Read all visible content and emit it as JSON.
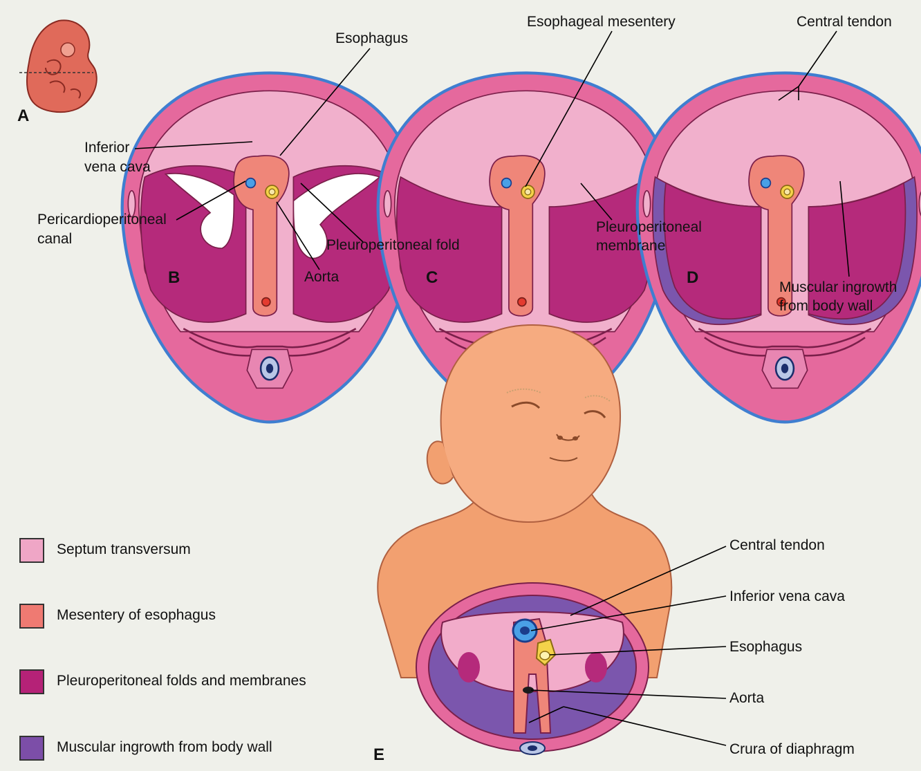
{
  "panels": {
    "a": "A",
    "b": "B",
    "c": "C",
    "d": "D",
    "e": "E"
  },
  "labels": {
    "b_esophagus": "Esophagus",
    "b_ivc_1": "Inferior",
    "b_ivc_2": "vena cava",
    "b_canal_1": "Pericardioperitoneal",
    "b_canal_2": "canal",
    "b_fold": "Pleuroperitoneal fold",
    "b_aorta": "Aorta",
    "c_mesentery": "Esophageal mesentery",
    "c_membrane_1": "Pleuroperitoneal",
    "c_membrane_2": "membrane",
    "d_tendon": "Central tendon",
    "d_ingrowth_1": "Muscular ingrowth",
    "d_ingrowth_2": "from body wall",
    "e_tendon": "Central tendon",
    "e_ivc": "Inferior vena cava",
    "e_esophagus": "Esophagus",
    "e_aorta": "Aorta",
    "e_crura": "Crura of diaphragm"
  },
  "legend": [
    {
      "label": "Septum transversum",
      "color": "#efa6c6"
    },
    {
      "label": "Mesentery of esophagus",
      "color": "#ef7a72"
    },
    {
      "label": "Pleuroperitoneal folds and membranes",
      "color": "#b52277"
    },
    {
      "label": "Muscular ingrowth from body wall",
      "color": "#7c4ea8"
    }
  ],
  "colors": {
    "body_wall": "#e5699d",
    "outline_blue": "#3f7ed0",
    "septum": "#f2acca",
    "mesentery": "#ef8679",
    "fold": "#b52a7b",
    "muscle": "#7b56ad",
    "skin": "#f3a87f"
  }
}
